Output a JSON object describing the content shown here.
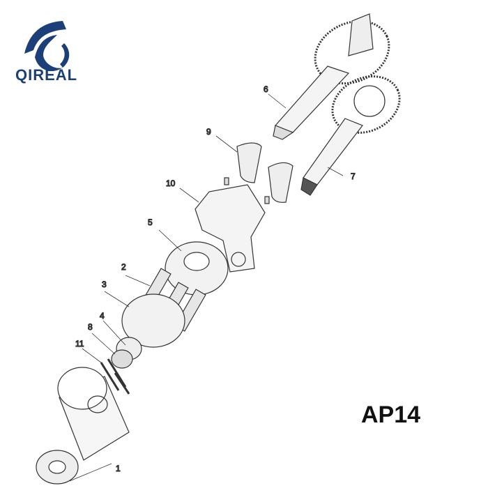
{
  "logo": {
    "brand": "QIREAL",
    "color": "#1c3f7a"
  },
  "model": "AP14",
  "part_labels": [
    "1",
    "2",
    "3",
    "4",
    "5",
    "6",
    "7",
    "8",
    "9",
    "10",
    "11"
  ]
}
